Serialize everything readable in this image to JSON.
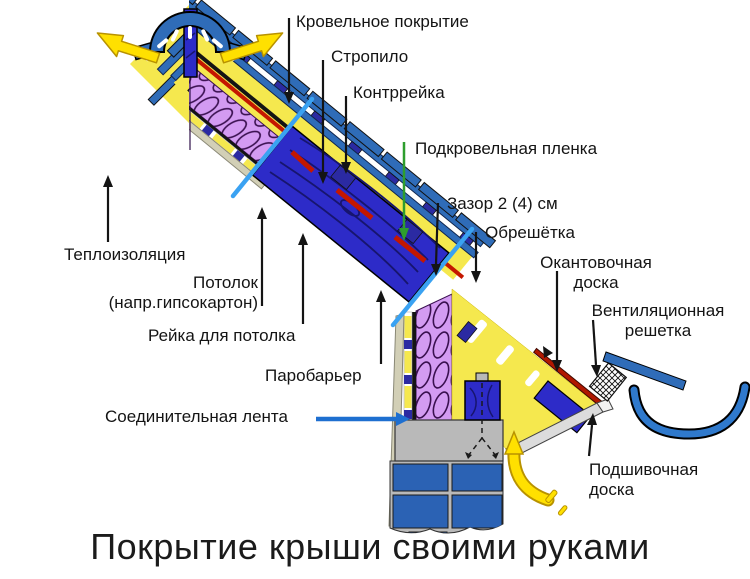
{
  "diagram": {
    "title": "Покрытие крыши своими руками",
    "labels": {
      "roof_covering": "Кровельное покрытие",
      "rafter": "Стропило",
      "counter_batten": "Контррейка",
      "underroof_film": "Подкровельная пленка",
      "air_gap": "Зазор 2 (4) см",
      "lathing": "Обрешётка",
      "edging_board": "Окантовочная\nдоска",
      "vent_grille": "Вентиляционная\nрешетка",
      "insulation": "Теплоизоляция",
      "ceiling": "Потолок\n(напр.гипсокартон)",
      "ceiling_batten": "Рейка для потолка",
      "vapor_barrier": "Паробарьер",
      "connecting_tape": "Соединительная лента",
      "lining_board": "Подшивочная\nдоска"
    },
    "palette": {
      "air_yellow": "#f5e84e",
      "roof_blue": "#2f6cb8",
      "wood_navy": "#2d2bc8",
      "insulation_purple": "#d39bf2",
      "film_red": "#c41700",
      "membrane_black": "#141414",
      "ceiling_beige": "#d2cfb6",
      "wall_gray": "#b9b9b9",
      "brick_blue": "#2b62b4",
      "section_cut_blue": "#3aa2f2",
      "film_arrow_green": "#2e9e2e",
      "tape_arrow_blue": "#1e6fd0",
      "airflow_yellow": "#ffe000"
    }
  }
}
